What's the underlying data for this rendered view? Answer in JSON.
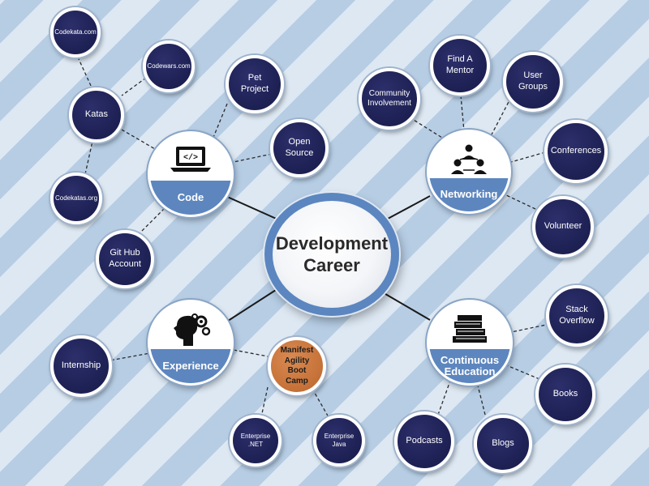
{
  "center": {
    "line1": "Development",
    "line2": "Career"
  },
  "hubs": {
    "code": "Code",
    "networking": "Networking",
    "experience": "Experience",
    "education_line1": "Continuous",
    "education_line2": "Education"
  },
  "code_leaves": {
    "codekata_com": "Codekata.com",
    "codewars_com": "Codewars.com",
    "katas": "Katas",
    "codekatas_org": "Codekatas.org",
    "pet_project": [
      "Pet",
      "Project"
    ],
    "open_source": [
      "Open",
      "Source"
    ],
    "git_hub_account": [
      "Git Hub",
      "Account"
    ]
  },
  "networking_leaves": {
    "find_a_mentor": [
      "Find A",
      "Mentor"
    ],
    "community_involvement": [
      "Community",
      "Involvement"
    ],
    "user_groups": [
      "User",
      "Groups"
    ],
    "conferences": "Conferences",
    "volunteer": "Volunteer"
  },
  "experience_leaves": {
    "internship": "Internship",
    "manifest": [
      "Manifest",
      "Agility Boot",
      "Camp"
    ],
    "enterprise_net": [
      "Enterprise",
      ".NET"
    ],
    "enterprise_java": [
      "Enterprise",
      "Java"
    ]
  },
  "education_leaves": {
    "stack_overflow": [
      "Stack",
      "Overflow"
    ],
    "books": "Books",
    "podcasts": "Podcasts",
    "blogs": "Blogs"
  },
  "colors": {
    "leaf_fill": "#1f2256",
    "hub_band": "#5d86bf",
    "center_ring": "#5b86c0",
    "highlight_leaf": "#c8743b",
    "background_stripe_light": "#dde8f3",
    "background_stripe_dark": "#b6cde4"
  },
  "icons": {
    "code": "laptop-code-icon",
    "networking": "people-network-icon",
    "experience": "head-gears-icon",
    "education": "books-stack-icon"
  }
}
